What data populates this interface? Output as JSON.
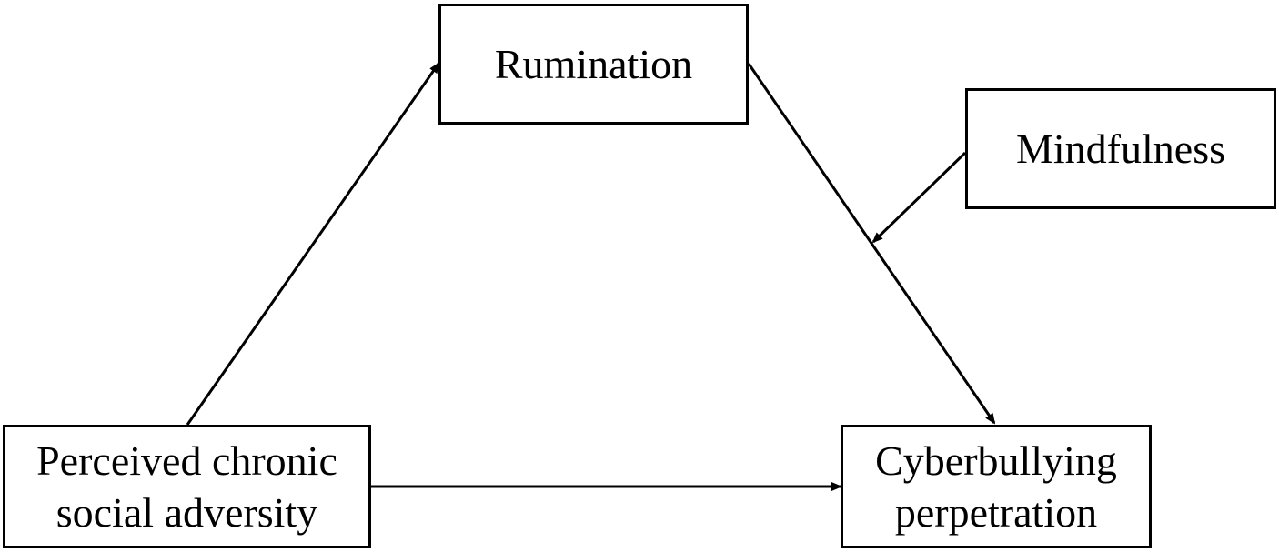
{
  "nodes": {
    "rumination": {
      "lines": [
        "Rumination"
      ]
    },
    "mindfulness": {
      "lines": [
        "Mindfulness"
      ]
    },
    "adversity": {
      "lines": [
        "Perceived chronic",
        "social adversity"
      ]
    },
    "cyberbullying": {
      "lines": [
        "Cyberbullying",
        "perpetration"
      ]
    }
  },
  "edges": [
    {
      "from": "Perceived chronic social adversity",
      "to": "Rumination"
    },
    {
      "from": "Rumination",
      "to": "Cyberbullying perpetration"
    },
    {
      "from": "Perceived chronic social adversity",
      "to": "Cyberbullying perpetration"
    },
    {
      "from": "Mindfulness",
      "to": "Rumination → Cyberbullying perpetration path"
    }
  ],
  "colors": {
    "stroke": "#000000",
    "background": "#ffffff"
  }
}
